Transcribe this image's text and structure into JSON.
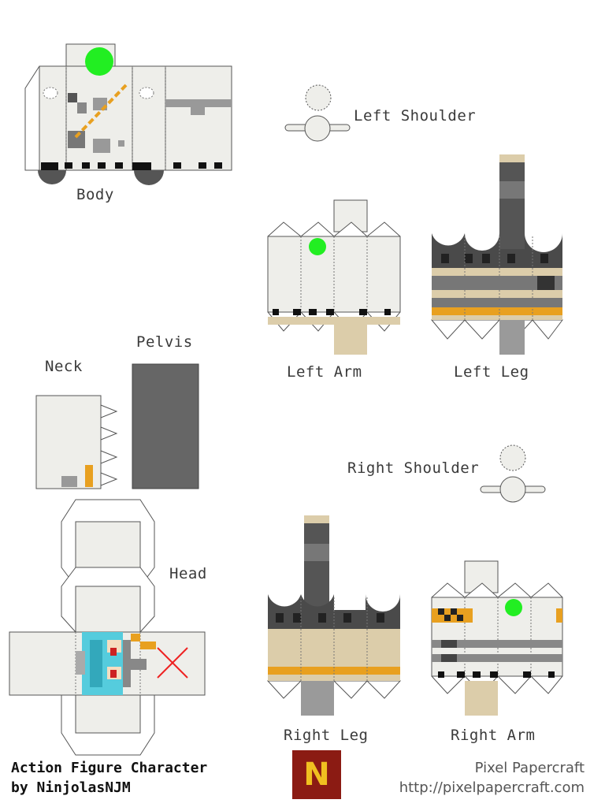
{
  "labels": {
    "body": "Body",
    "left_shoulder": "Left Shoulder",
    "left_arm": "Left Arm",
    "left_leg": "Left Leg",
    "neck": "Neck",
    "pelvis": "Pelvis",
    "right_shoulder": "Right Shoulder",
    "head": "Head",
    "right_leg": "Right Leg",
    "right_arm": "Right Arm"
  },
  "footer": {
    "title_line1": "Action Figure Character",
    "title_line2": "by NinjolasNJM",
    "logo_letter": "N",
    "brand_line1": "Pixel Papercraft",
    "brand_line2": "http://pixelpapercraft.com"
  },
  "colors": {
    "white_panel": "#eeeeea",
    "outline": "#555555",
    "green_dot": "#22ee22",
    "orange": "#e8a020",
    "tan": "#dccdaa",
    "dark_gray": "#4a4a4a",
    "mid_gray": "#8c8c8c",
    "light_gray": "#a8a8a8",
    "cyan": "#55ccdd",
    "red_mark": "#ee2222",
    "logo_bg": "#8b1b13",
    "logo_fg": "#f0c020"
  }
}
